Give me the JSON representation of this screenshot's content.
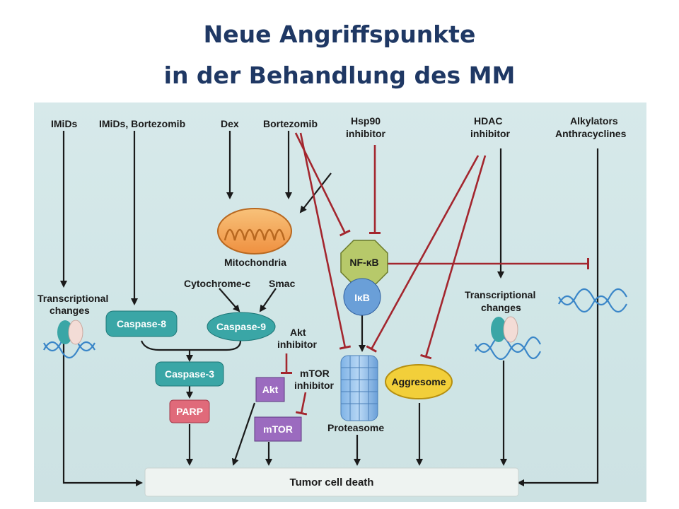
{
  "title": {
    "line1": "Neue Angriffspunkte",
    "line2": "in der Behandlung des MM"
  },
  "drugs": {
    "imids": "IMiDs",
    "imids_bortezomib": "IMiDs, Bortezomib",
    "dex": "Dex",
    "bortezomib": "Bortezomib",
    "hsp90_1": "Hsp90",
    "hsp90_2": "inhibitor",
    "hdac_1": "HDAC",
    "hdac_2": "inhibitor",
    "alkylators_1": "Alkylators",
    "alkylators_2": "Anthracyclines",
    "akt_inh_1": "Akt",
    "akt_inh_2": "inhibitor",
    "mtor_inh_1": "mTOR",
    "mtor_inh_2": "inhibitor"
  },
  "nodes": {
    "mitochondria": "Mitochondria",
    "cytochrome": "Cytochrome-c",
    "smac": "Smac",
    "caspase8": "Caspase-8",
    "caspase9": "Caspase-9",
    "caspase3": "Caspase-3",
    "parp": "PARP",
    "akt": "Akt",
    "mtor": "mTOR",
    "nfkb": "NF-κB",
    "ikb": "IκB",
    "proteasome": "Proteasome",
    "aggresome": "Aggresome",
    "tx_left_1": "Transcriptional",
    "tx_left_2": "changes",
    "tx_right_1": "Transcriptional",
    "tx_right_2": "changes",
    "tumor_death": "Tumor cell death"
  },
  "colors": {
    "title": "#1f3864",
    "activation_arrow": "#1a1a1a",
    "inhibition_line": "#a3262e",
    "caspase_teal": "#3aa6a6",
    "parp_pink": "#e06a7a",
    "kinase_purple": "#9b6bbf",
    "nfkb_green": "#b7c96a",
    "ikb_blue": "#6a9fd8",
    "dna_blue": "#3a86c8",
    "aggresome_yellow": "#f2cf3a",
    "mito_orange": "#f2a050"
  }
}
